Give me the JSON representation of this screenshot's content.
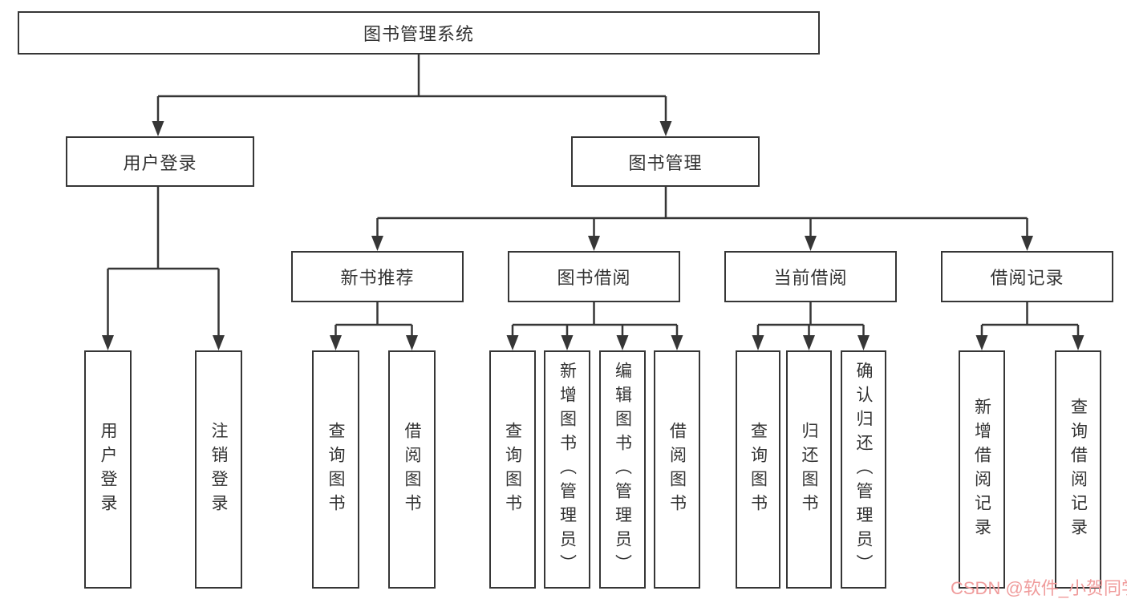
{
  "colors": {
    "line": "#363636",
    "text": "#333333",
    "background": "#ffffff",
    "watermark": "#f09c9c"
  },
  "watermark": {
    "text": "CSDN @软件_小贺同学"
  },
  "tree": {
    "label": "图书管理系统",
    "children": [
      {
        "label": "用户登录",
        "children": [
          {
            "label": "用户登录"
          },
          {
            "label": "注销登录"
          }
        ]
      },
      {
        "label": "图书管理",
        "children": [
          {
            "label": "新书推荐",
            "children": [
              {
                "label": "查询图书"
              },
              {
                "label": "借阅图书"
              }
            ]
          },
          {
            "label": "图书借阅",
            "children": [
              {
                "label": "查询图书"
              },
              {
                "label": "新增图书（管理员）"
              },
              {
                "label": "编辑图书（管理员）"
              },
              {
                "label": "借阅图书"
              }
            ]
          },
          {
            "label": "当前借阅",
            "children": [
              {
                "label": "查询图书"
              },
              {
                "label": "归还图书"
              },
              {
                "label": "确认归还（管理员）"
              }
            ]
          },
          {
            "label": "借阅记录",
            "children": [
              {
                "label": "新增借阅记录"
              },
              {
                "label": "查询借阅记录"
              }
            ]
          }
        ]
      }
    ]
  }
}
